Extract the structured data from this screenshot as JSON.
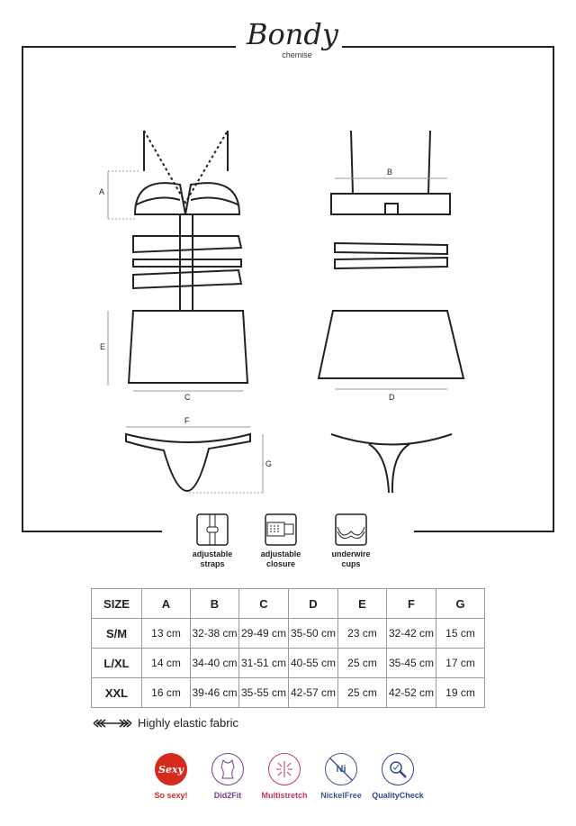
{
  "logo": {
    "brand": "Bondy",
    "subtitle": "chemise"
  },
  "dimension_labels": {
    "A": "A",
    "B": "B",
    "C": "C",
    "D": "D",
    "E": "E",
    "F": "F",
    "G": "G"
  },
  "features": [
    {
      "icon": "adjustable-straps-icon",
      "label_1": "adjustable",
      "label_2": "straps"
    },
    {
      "icon": "adjustable-closure-icon",
      "label_1": "adjustable",
      "label_2": "closure"
    },
    {
      "icon": "underwire-cups-icon",
      "label_1": "underwire",
      "label_2": "cups"
    }
  ],
  "size_table": {
    "headers": [
      "SIZE",
      "A",
      "B",
      "C",
      "D",
      "E",
      "F",
      "G"
    ],
    "rows": [
      [
        "S/M",
        "13 cm",
        "32-38 cm",
        "29-49 cm",
        "35-50 cm",
        "23 cm",
        "32-42 cm",
        "15 cm"
      ],
      [
        "L/XL",
        "14 cm",
        "34-40 cm",
        "31-51 cm",
        "40-55 cm",
        "25 cm",
        "35-45 cm",
        "17 cm"
      ],
      [
        "XXL",
        "16 cm",
        "39-46 cm",
        "35-55 cm",
        "42-57 cm",
        "25 cm",
        "42-52 cm",
        "19 cm"
      ]
    ]
  },
  "elastic": {
    "label": "Highly elastic fabric"
  },
  "badges": [
    {
      "label": "So sexy!",
      "inner": "Sexy",
      "color": "#d52b1e"
    },
    {
      "label": "Did2Fit",
      "inner": "",
      "color": "#7b3f8c"
    },
    {
      "label": "Multistretch",
      "inner": "",
      "color": "#c0395a"
    },
    {
      "label": "NickelFree",
      "inner": "Ni",
      "color": "#3a5a8c"
    },
    {
      "label": "QualityCheck",
      "inner": "",
      "color": "#2f4a8a"
    }
  ]
}
